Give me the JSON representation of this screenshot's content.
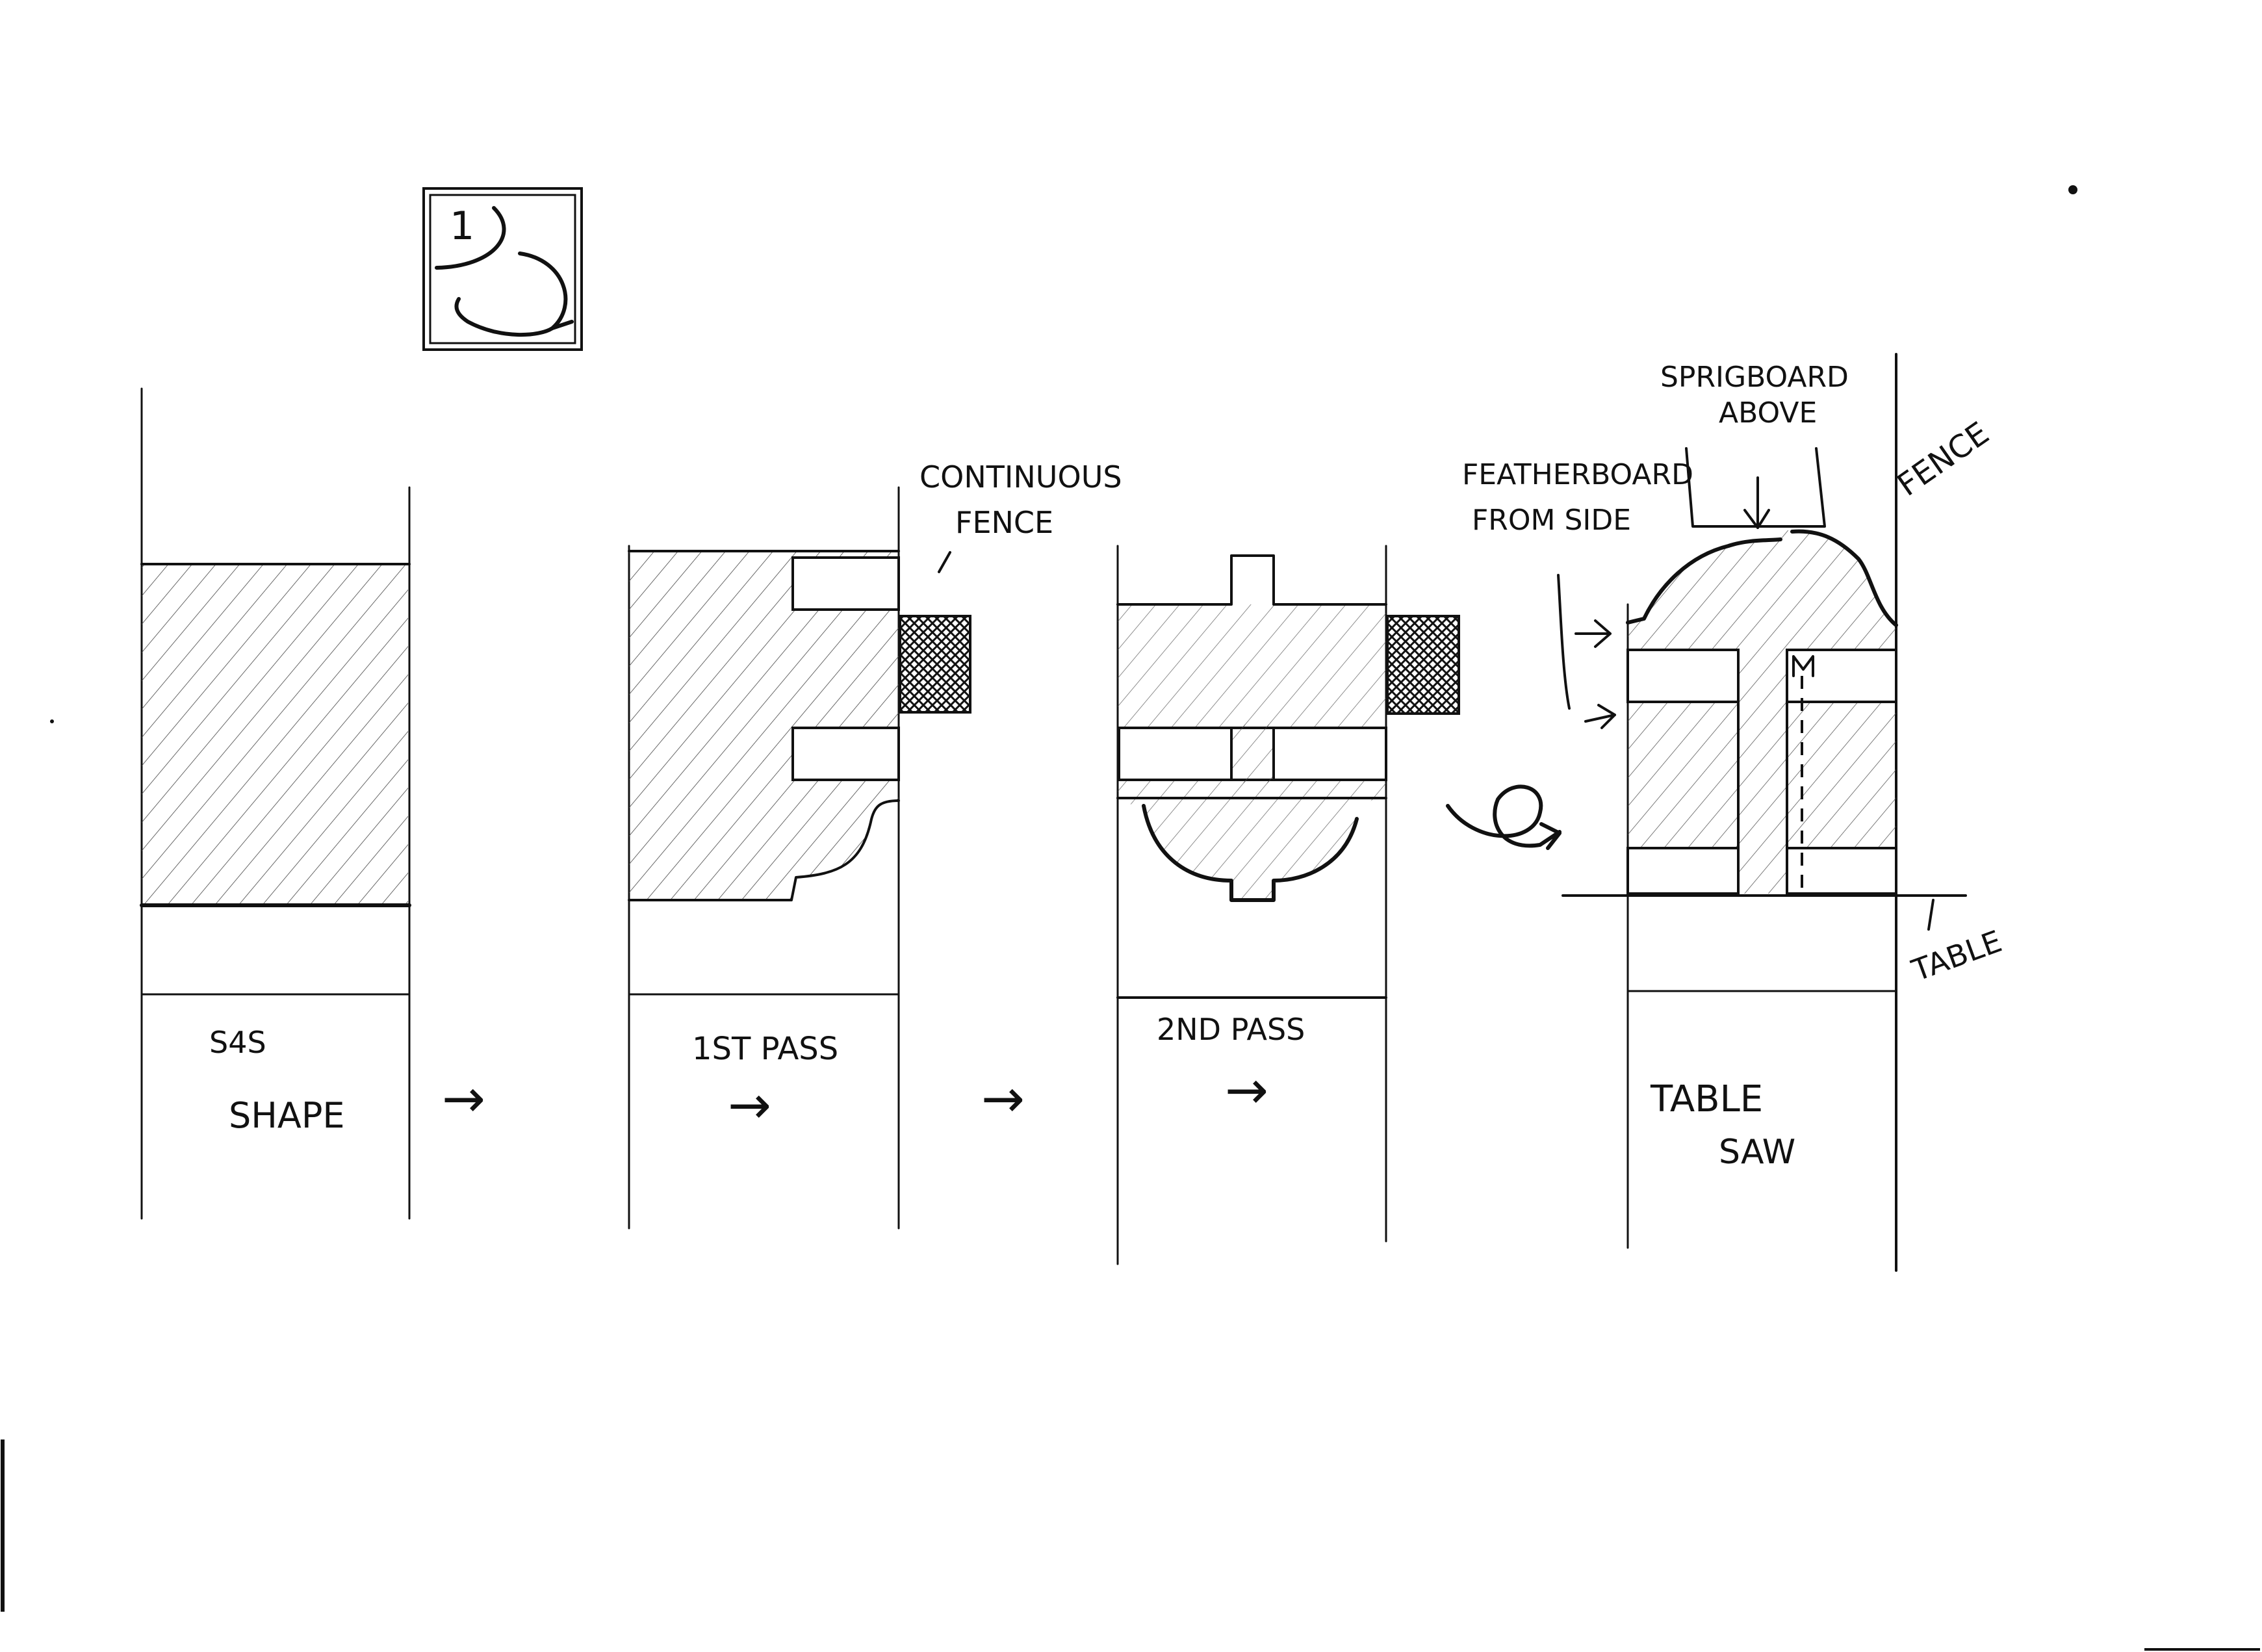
{
  "diagram": {
    "labels": {
      "shop_mark": "1",
      "stage1_top": "S4S",
      "stage1_bottom": "SHAPE",
      "stage2": "1ST PASS",
      "stage3": "2ND PASS",
      "fence_note_line1": "CONTINUOUS",
      "fence_note_line2": "FENCE",
      "springboard_line1": "SPRIGBOARD",
      "springboard_line2": "ABOVE",
      "featherboard_line1": "FEATHERBOARD",
      "featherboard_line2": "FROM SIDE",
      "fence": "FENCE",
      "table": "TABLE",
      "stage4_line1": "TABLE",
      "stage4_line2": "SAW"
    },
    "arrow_glyph": "→",
    "colors": {
      "ink": "#111111",
      "paper": "#ffffff",
      "hatch": "#333333"
    }
  }
}
